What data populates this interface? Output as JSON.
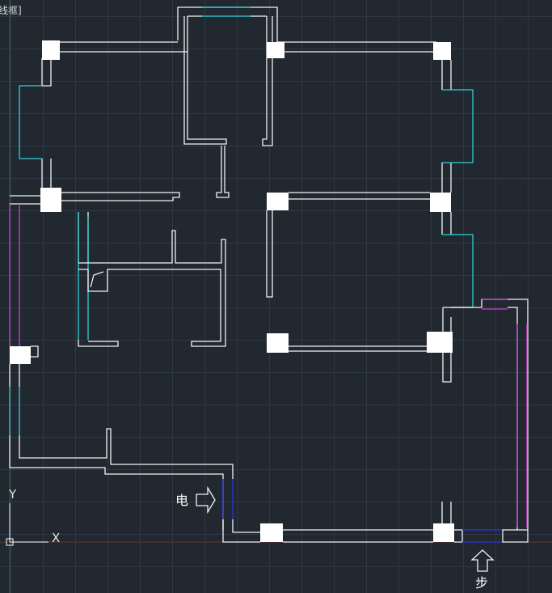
{
  "viewport": {
    "label": "线框]"
  },
  "colors": {
    "background": "#212830",
    "grid": "#2f3845",
    "wall": "#f2f2f2",
    "window_cyan": "#2fd0d8",
    "window_magenta": "#d23ad8",
    "opening_blue": "#2a35d8"
  },
  "ucs": {
    "y_label": "Y",
    "x_label": "X"
  },
  "annotations": {
    "electric": "电",
    "step": "步"
  }
}
